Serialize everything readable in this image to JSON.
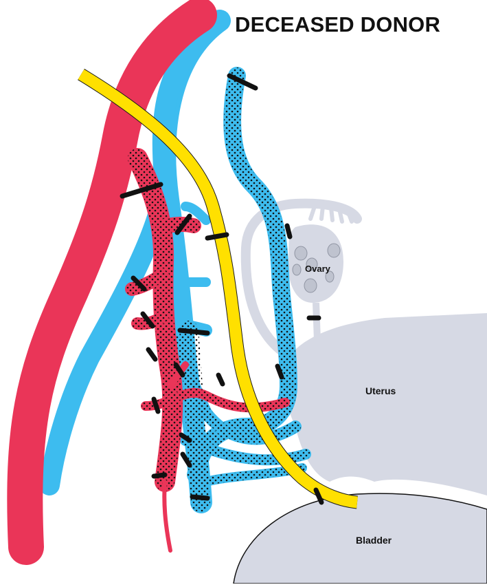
{
  "title": "DECEASED DONOR",
  "labels": {
    "ovary": "Ovary",
    "uterus": "Uterus",
    "bladder": "Bladder"
  },
  "colors": {
    "artery": "#ea3558",
    "vein": "#3dbcef",
    "ureter": "#ffe000",
    "organ": "#d6d9e4",
    "clamp": "#111111"
  }
}
